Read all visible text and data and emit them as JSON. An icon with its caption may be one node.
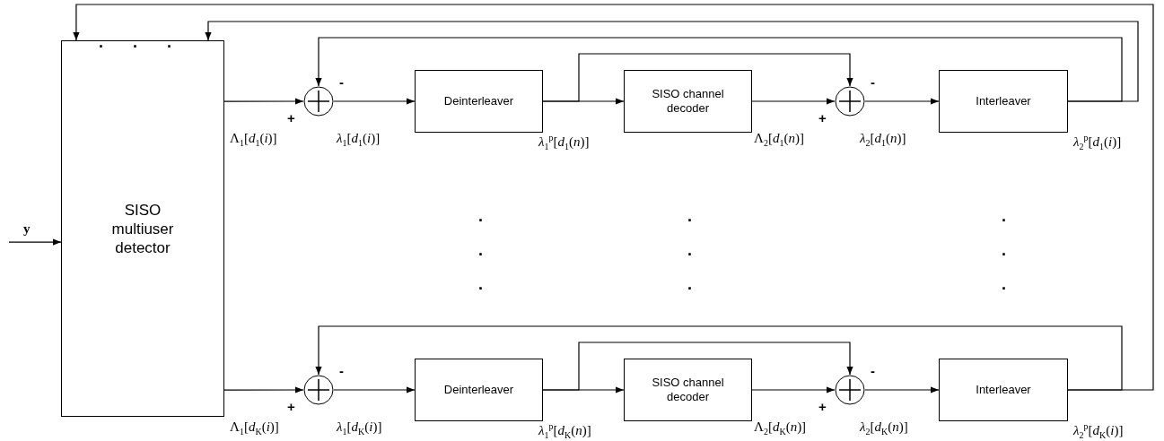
{
  "diagram": {
    "nodes": [
      {
        "text": [
          "SISO multiuser detector"
        ]
      },
      {
        "text": [],
        "shape": "circle",
        "beside": [
          "-",
          "+"
        ]
      },
      {
        "text": [
          "Deinterleaver"
        ]
      },
      {
        "text": [
          "SISO channel decoder"
        ]
      },
      {
        "text": [],
        "shape": "circle",
        "beside": [
          "-",
          "+"
        ]
      },
      {
        "text": [
          "Interleaver"
        ]
      },
      {
        "text": [],
        "shape": "circle",
        "beside": [
          "-",
          "+"
        ]
      },
      {
        "text": [
          "Deinterleaver"
        ]
      },
      {
        "text": [
          "SISO channel decoder"
        ]
      },
      {
        "text": [],
        "shape": "circle",
        "beside": [
          "-",
          "+"
        ]
      },
      {
        "text": [
          "Interleaver"
        ]
      }
    ],
    "edges": [
      {
        "from": null,
        "to": 0,
        "arrow": "to",
        "label": "y"
      },
      {
        "from": 0,
        "to": 1,
        "arrow": "to",
        "label": "Λ$_{1}$[*d*$_{1}$(*i*)]"
      },
      {
        "from": 1,
        "to": 2,
        "arrow": "to",
        "label": "*λ*$_{1}$[*d*$_{1}$(*i*)]"
      },
      {
        "from": 2,
        "to": 3,
        "arrow": "to",
        "label": "*λ*$_{1}$$^{p}$[*d*$_{1}$(*n*)]"
      },
      {
        "from": 2,
        "to": 4,
        "arrow": "to"
      },
      {
        "from": 3,
        "to": 4,
        "arrow": "to",
        "label": "Λ$_{2}$[*d*$_{1}$(*n*)]"
      },
      {
        "from": 4,
        "to": 5,
        "arrow": "to",
        "label": "*λ*$_{2}$[*d*$_{1}$(*n*)]"
      },
      {
        "from": 5,
        "to": 1,
        "arrow": "to"
      },
      {
        "from": 5,
        "to": 0,
        "arrow": "to",
        "label": "*λ*$_{2}$$^{p}$[*d*$_{1}$(*i*)]"
      },
      {
        "from": 0,
        "to": 6,
        "arrow": "to",
        "label": "Λ$_{1}$[*d*$_{K}$(*i*)]"
      },
      {
        "from": 6,
        "to": 7,
        "arrow": "to",
        "label": "*λ*$_{1}$[*d*$_{K}$(*i*)]"
      },
      {
        "from": 7,
        "to": 8,
        "arrow": "to",
        "label": "*λ*$_{1}$$^{p}$[*d*$_{K}$(*n*)]"
      },
      {
        "from": 7,
        "to": 9,
        "arrow": "to"
      },
      {
        "from": 8,
        "to": 9,
        "arrow": "to",
        "label": "Λ$_{2}$[*d*$_{K}$(*n*)]"
      },
      {
        "from": 9,
        "to": 10,
        "arrow": "to",
        "label": "*λ*$_{2}$[*d*$_{K}$(*n*)]"
      },
      {
        "from": 10,
        "to": 6,
        "arrow": "to"
      },
      {
        "from": 10,
        "to": 0,
        "arrow": "to",
        "label": "*λ*$_{2}$$^{p}$[*d*$_{K}$(*i*)]"
      }
    ],
    "labels": [
      ". . .",
      ". . .",
      ". . .",
      ". . ."
    ]
  }
}
